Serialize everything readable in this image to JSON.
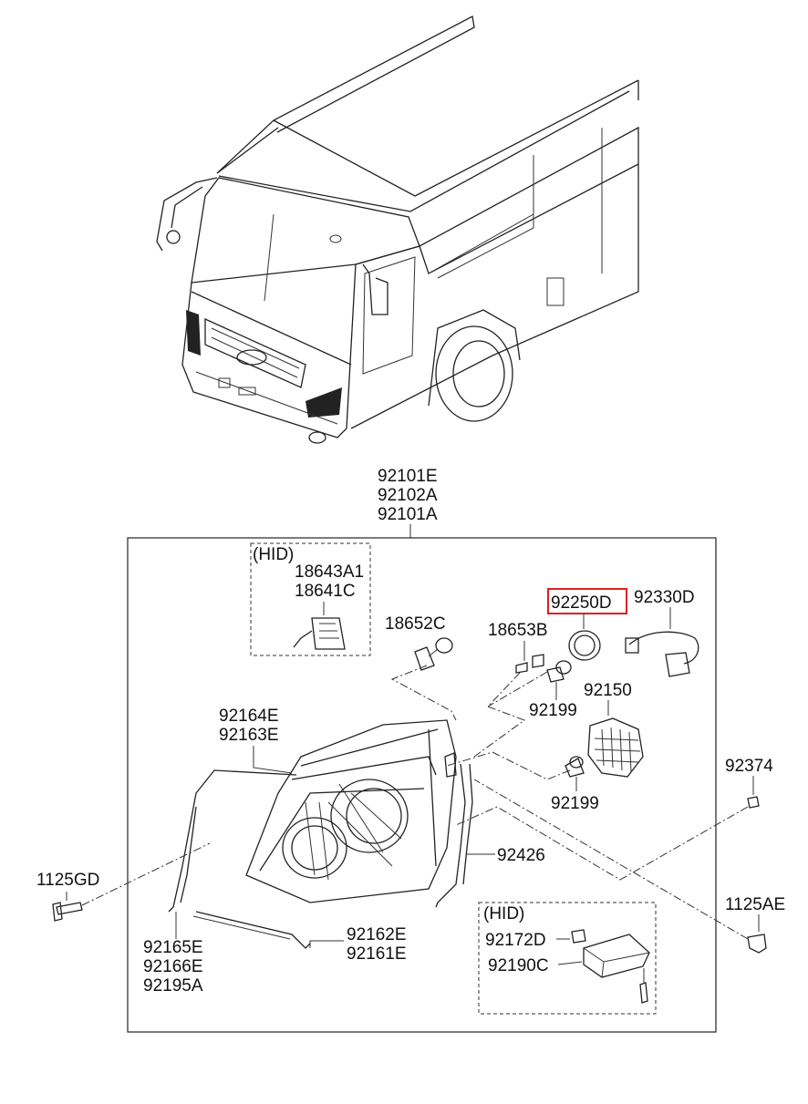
{
  "assembly_labels": [
    "92101E",
    "92102A",
    "92101A"
  ],
  "hid_boxes": [
    {
      "title": "(HID)",
      "parts": [
        "18643A1",
        "18641C"
      ]
    },
    {
      "title": "(HID)",
      "parts": [
        "92172D",
        "92190C"
      ]
    }
  ],
  "parts": {
    "p18652C": "18652C",
    "p18653B": "18653B",
    "p92250D": "92250D",
    "p92330D": "92330D",
    "p92199a": "92199",
    "p92150": "92150",
    "p92199b": "92199",
    "p92164E": "92164E",
    "p92163E": "92163E",
    "p92374": "92374",
    "p1125GD": "1125GD",
    "p92426": "92426",
    "p1125AE": "1125AE",
    "p92165E": "92165E",
    "p92166E": "92166E",
    "p92195A": "92195A",
    "p92162E": "92162E",
    "p92161E": "92161E"
  },
  "highlighted_part": "92250D",
  "colors": {
    "highlight": "#e02020",
    "line": "#222222",
    "background": "#ffffff"
  }
}
